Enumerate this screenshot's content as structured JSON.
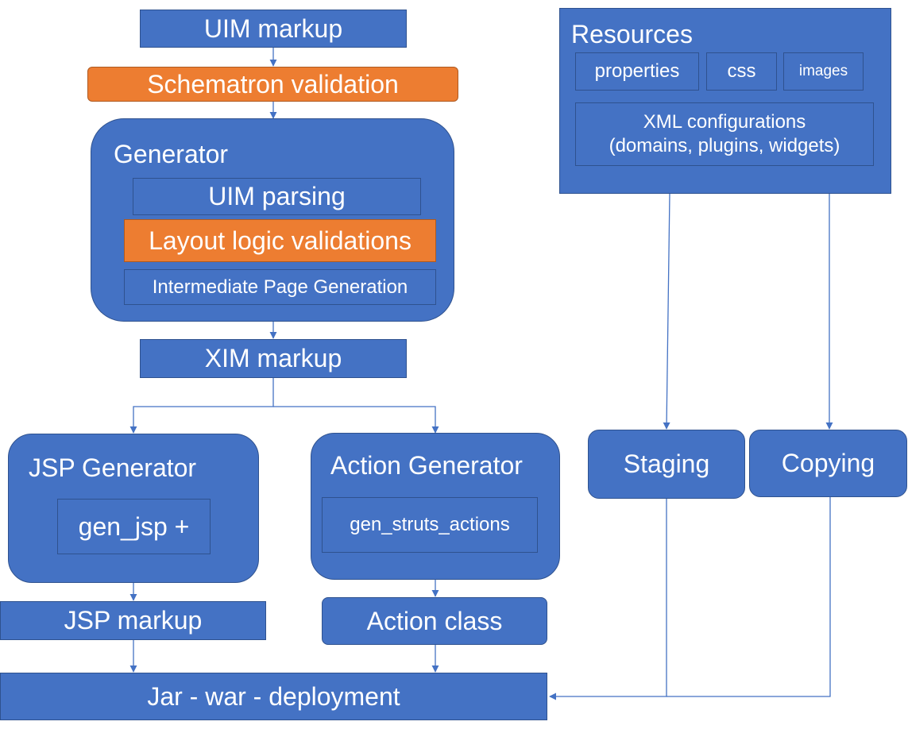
{
  "colors": {
    "box_fill": "#4472C4",
    "box_border": "#2F528F",
    "highlight_fill": "#ED7D31",
    "connector": "#4472C4",
    "background": "#ffffff"
  },
  "uim_markup": "UIM markup",
  "schematron_validation": "Schematron validation",
  "generator": {
    "title": "Generator",
    "uim_parsing": "UIM parsing",
    "layout_logic_validations": "Layout logic validations",
    "intermediate_page_generation": "Intermediate Page Generation"
  },
  "xim_markup": "XIM markup",
  "jsp_generator": {
    "title": "JSP Generator",
    "inner": "gen_jsp +"
  },
  "action_generator": {
    "title": "Action Generator",
    "inner": "gen_struts_actions"
  },
  "jsp_markup": "JSP markup",
  "action_class": "Action class",
  "deployment": "Jar - war - deployment",
  "resources": {
    "title": "Resources",
    "properties": "properties",
    "css": "css",
    "images": "images",
    "xml_configurations_line1": "XML configurations",
    "xml_configurations_line2": "(domains, plugins, widgets)"
  },
  "staging": "Staging",
  "copying": "Copying"
}
